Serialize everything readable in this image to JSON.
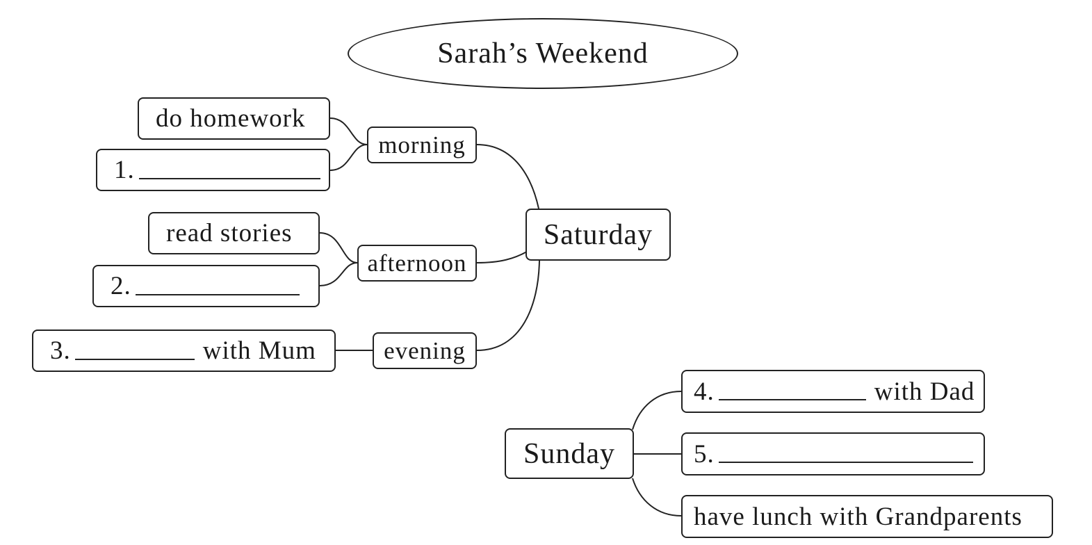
{
  "title": "Sarah’s Weekend",
  "saturday": {
    "label": "Saturday",
    "morning": {
      "label": "morning",
      "items": [
        "do homework",
        "1."
      ]
    },
    "afternoon": {
      "label": "afternoon",
      "items": [
        "read stories",
        "2."
      ]
    },
    "evening": {
      "label": "evening",
      "item_number": "3.",
      "item_suffix": "with Mum"
    }
  },
  "sunday": {
    "label": "Sunday",
    "item4": {
      "number": "4.",
      "suffix": "with Dad"
    },
    "item5": {
      "number": "5."
    },
    "item6": "have lunch with Grandparents"
  }
}
